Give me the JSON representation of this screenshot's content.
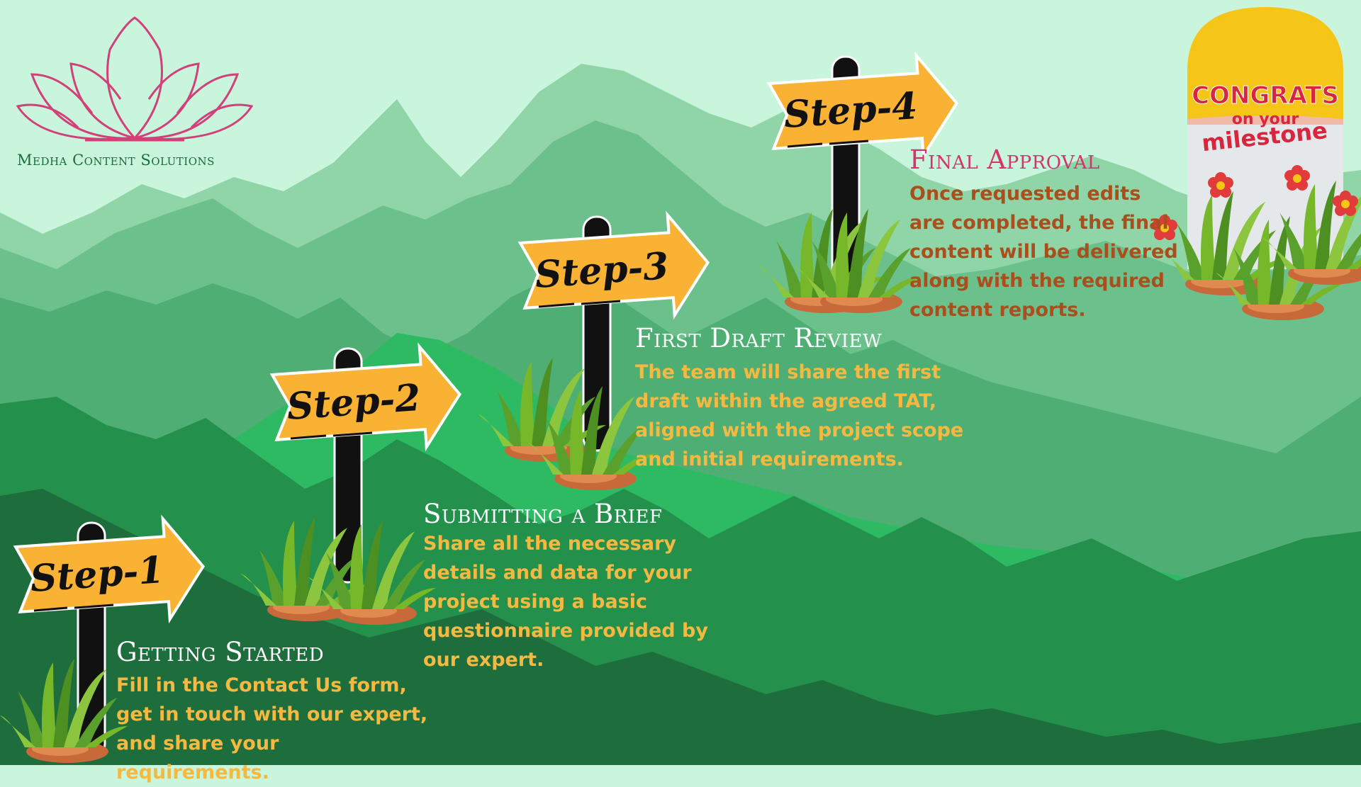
{
  "brand": {
    "name": "Medha Content Solutions",
    "logo_color": "#d2407a",
    "text_color": "#1b6b3c"
  },
  "badge": {
    "line1": "CONGRATS",
    "line2": "on your",
    "line3": "milestone",
    "accent_color": "#d7263d",
    "top_color": "#f5c518"
  },
  "steps": [
    {
      "sign": "Step-1",
      "title": "Getting Started",
      "description": "Fill in the Contact Us form, get in touch with our expert, and share your requirements."
    },
    {
      "sign": "Step-2",
      "title": "Submitting a Brief",
      "description": "Share all the necessary details and data for your project using a basic questionnaire provided by our expert."
    },
    {
      "sign": "Step-3",
      "title": "First Draft Review",
      "description": "The team will share the first draft within the agreed TAT, aligned with the project scope and initial requirements."
    },
    {
      "sign": "Step-4",
      "title": "Final Approval",
      "description": "Once requested edits are completed, the final content will be delivered along with the required content reports."
    }
  ],
  "colors": {
    "sky": "#c8f5dc",
    "sign_fill": "#f9b233",
    "post": "#111111",
    "text_yellow": "#f5b942",
    "text_brown": "#a94f1d",
    "title_pink": "#d6336c"
  }
}
